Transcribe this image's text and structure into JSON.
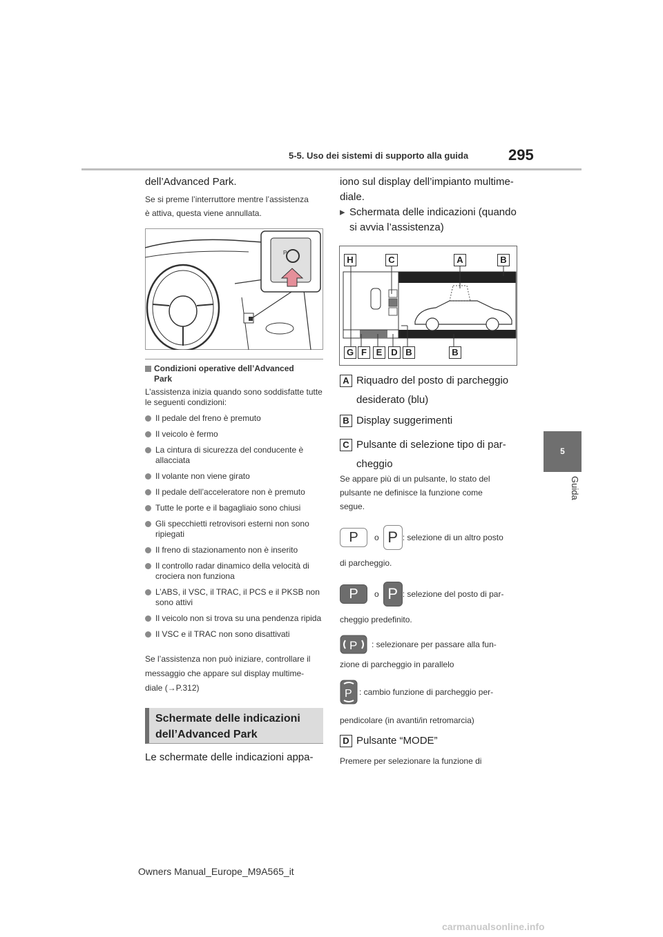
{
  "header": {
    "section": "5-5. Uso dei sistemi di supporto alla guida",
    "page_number": "295"
  },
  "side_tab": {
    "number": "5",
    "label": "Guida"
  },
  "footer": "Owners Manual_Europe_M9A565_it",
  "watermark": "carmanualsonline.info",
  "left": {
    "intro": "dell’Advanced Park.",
    "note_line1": "Se si preme l’interruttore mentre l’assistenza",
    "note_line2": "è attiva, questa viene annullata.",
    "conditions_title_line1": "Condizioni operative dell’Advanced",
    "conditions_title_line2": "Park",
    "conditions_intro": "L’assistenza inizia quando sono soddisfatte tutte le seguenti condizioni:",
    "conditions": [
      "Il pedale del freno è premuto",
      "Il veicolo è fermo",
      "La cintura di sicurezza del conducente è allacciata",
      "Il volante non viene girato",
      "Il pedale dell’acceleratore non è premuto",
      "Tutte le porte e il bagagliaio sono chiusi",
      "Gli specchietti retrovisori esterni non sono ripiegati",
      "Il freno di stazionamento non è inserito",
      "Il controllo radar dinamico della velocità di crociera non funziona",
      "L’ABS, il VSC, il TRAC, il PCS e il PKSB non sono attivi",
      "Il veicolo non si trova su una pendenza ripida",
      "Il VSC e il TRAC non sono disattivati"
    ],
    "fail_line1": "Se l’assistenza non può iniziare, controllare il",
    "fail_line2": "messaggio che appare sul display multime-",
    "fail_line3": "diale (→P.312)",
    "section_title_line1": "Schermate delle indicazioni",
    "section_title_line2": "dell’Advanced Park",
    "bottom_text": "Le schermate delle indicazioni appa-"
  },
  "right": {
    "intro_line1": "iono sul display dell’impianto multime-",
    "intro_line2": "diale.",
    "screen_heading_line1": "Schermata delle indicazioni (quando",
    "screen_heading_line2": "si avvia l’assistenza)",
    "diagram_labels_top": [
      "H",
      "C",
      "A",
      "B"
    ],
    "diagram_labels_bottom": [
      "G",
      "F",
      "E",
      "D",
      "B",
      "B"
    ],
    "items": {
      "A_letter": "A",
      "A_line1": "Riquadro del posto di parcheggio",
      "A_line2": "desiderato (blu)",
      "B_letter": "B",
      "B_line1": "Display suggerimenti",
      "C_letter": "C",
      "C_line1": "Pulsante di selezione tipo di par-",
      "C_line2": "cheggio",
      "D_letter": "D",
      "D_line1": "Pulsante “MODE”"
    },
    "c_note_line1": "Se appare più di un pulsante, lo stato del",
    "c_note_line2": "pulsante ne definisce la funzione come",
    "c_note_line3": "segue.",
    "p_glyph": "P",
    "or_word": "o",
    "p_white_desc_line1": ": selezione di un altro posto",
    "p_white_desc_line2": "di parcheggio.",
    "p_grey_desc_line1": ": selezione del posto di par-",
    "p_grey_desc_line2": "cheggio predefinito.",
    "parallel_desc_line1": ": selezionare per passare alla fun-",
    "parallel_desc_line2": "zione di parcheggio in parallelo",
    "perp_desc_line1": ": cambio funzione di parcheggio per-",
    "perp_desc_line2": "pendicolare (in avanti/in retromarcia)",
    "d_note": "Premere per selezionare la funzione di"
  }
}
